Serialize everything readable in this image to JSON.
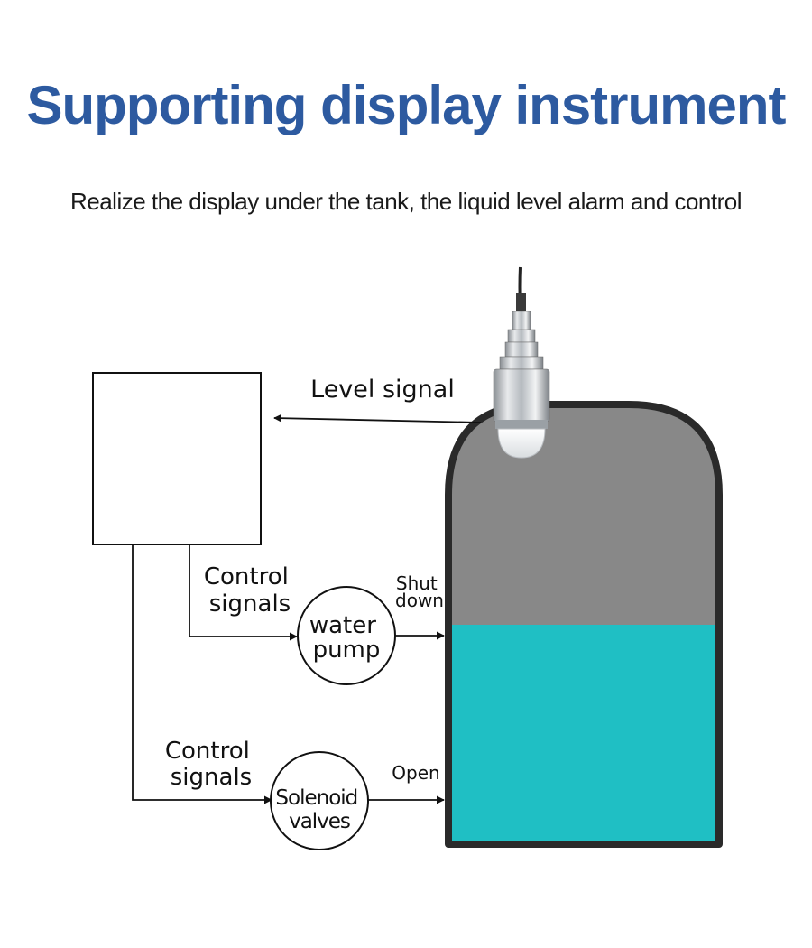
{
  "header": {
    "title": "Supporting display instrument",
    "subtitle": "Realize the display under the tank, the liquid level alarm and control"
  },
  "diagram": {
    "level_signal": "Level signal",
    "control_signals_1": [
      "Control",
      "signals"
    ],
    "control_signals_2": [
      "Control",
      "signals"
    ],
    "water_pump": [
      "water",
      "pump"
    ],
    "solenoid_valves": [
      "Solenoid",
      "valves"
    ],
    "shut_down": [
      "Shut",
      "down"
    ],
    "open": "Open"
  },
  "colors": {
    "title": "#2d5aa0",
    "liquid": "#1fbfc4",
    "tank_empty": "#888888",
    "tank_outline": "#2a2a2a"
  }
}
